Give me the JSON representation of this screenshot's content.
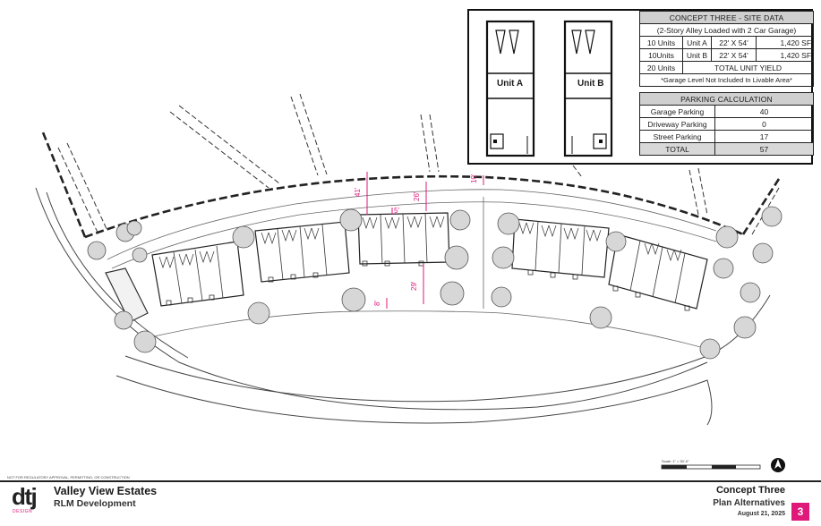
{
  "site_data": {
    "title": "CONCEPT THREE - SITE DATA",
    "subtitle": "(2-Story Alley Loaded with 2 Car Garage)",
    "rows": [
      {
        "count": "10 Units",
        "unit": "Unit A",
        "size": "22' X 54'",
        "area": "1,420 SF"
      },
      {
        "count": "10Units",
        "unit": "Unit B",
        "size": "22' X 54'",
        "area": "1,420 SF"
      }
    ],
    "yield_count": "20 Units",
    "yield_label": "TOTAL UNIT YIELD",
    "note": "*Garage Level Not Included In Livable Area*"
  },
  "parking": {
    "title": "PARKING CALCULATION",
    "rows": [
      {
        "label": "Garage Parking",
        "value": "40"
      },
      {
        "label": "Driveway Parking",
        "value": "0"
      },
      {
        "label": "Street Parking",
        "value": "17"
      }
    ],
    "total_label": "TOTAL",
    "total_value": "57"
  },
  "units": {
    "a_label": "Unit A",
    "b_label": "Unit B"
  },
  "dimensions": {
    "d1": "41'",
    "d2": "26'",
    "d3": "10'",
    "d4": "5'",
    "d5": "29'",
    "d6": "8'"
  },
  "footer": {
    "project": "Valley View Estates",
    "client": "RLM Development",
    "concept": "Concept Three",
    "sheet": "Plan Alternatives",
    "date": "August 21, 2025",
    "page": "3",
    "disclaimer": "NOT FOR REGULATORY APPROVAL, PERMITTING, OR CONSTRUCTION",
    "logo_text": "dtj",
    "logo_sub": "DESIGN",
    "scale": "Scale: 1\" = 30'-0\""
  },
  "colors": {
    "accent": "#e0187a",
    "header_fill": "#cfcfcf"
  }
}
